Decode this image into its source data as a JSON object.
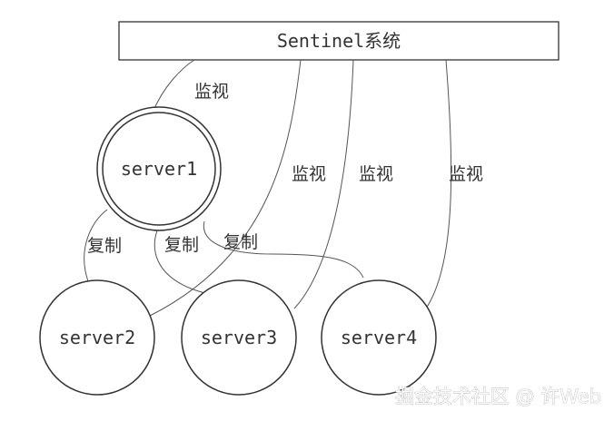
{
  "sentinel": {
    "label": "Sentinel系统"
  },
  "servers": {
    "master": "server1",
    "replica_a": "server2",
    "replica_b": "server3",
    "replica_c": "server4"
  },
  "edges": {
    "monitor_label": "监视",
    "replicate_label": "复制"
  },
  "watermark": {
    "text": "掘金技术社区 @ 许Web"
  },
  "colors": {
    "stroke": "#333333",
    "text": "#333333",
    "watermark": "#ffffff",
    "background": "#ffffff"
  }
}
